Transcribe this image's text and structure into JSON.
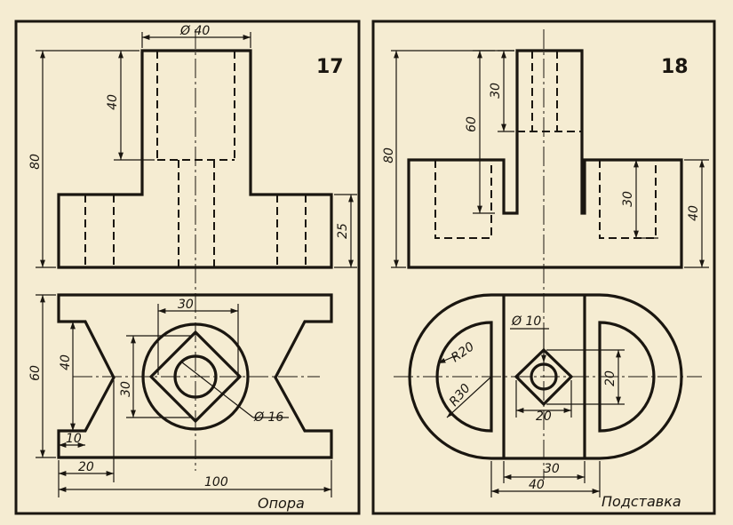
{
  "panels": [
    {
      "number": "17",
      "title": "Опора",
      "dimensions": {
        "d_top": "Ø 40",
        "h_total": "80",
        "h_cyl": "40",
        "h_base": "25",
        "w_sq": "30",
        "h_sq": "30",
        "d_hole": "Ø 16",
        "h_plan": "60",
        "h_cut": "40",
        "w_10": "10",
        "w_20": "20",
        "w_total": "100"
      }
    },
    {
      "number": "18",
      "title": "Подставка",
      "dimensions": {
        "h_slot": "30",
        "h_upper": "60",
        "h_total": "80",
        "h_pocket": "30",
        "h_base": "40",
        "d_hole": "Ø 10",
        "r_in": "R20",
        "r_out": "R30",
        "h_sq": "20",
        "w_sq": "20",
        "w_30": "30",
        "w_40": "40"
      }
    }
  ]
}
